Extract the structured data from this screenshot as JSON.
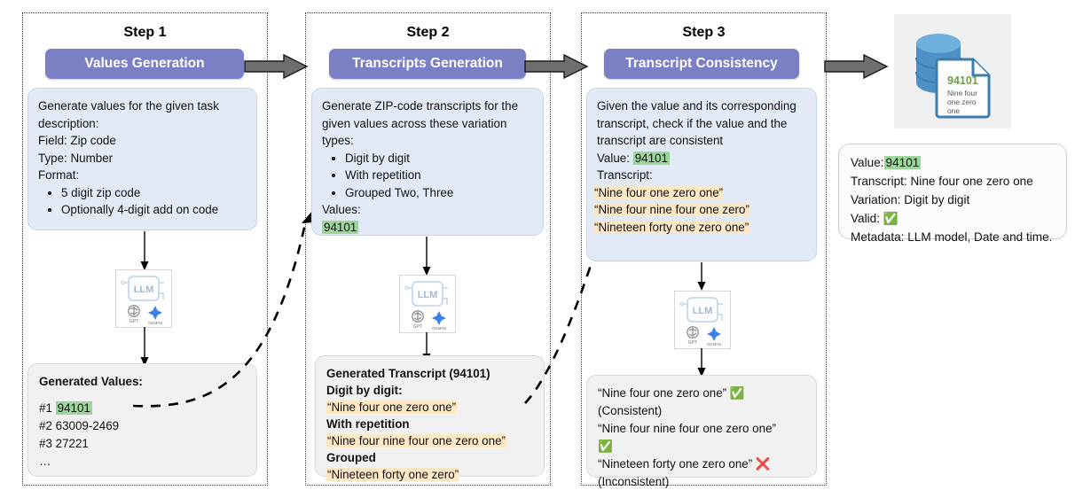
{
  "steps": [
    {
      "title": "Step 1",
      "pill": "Values Generation",
      "prompt": {
        "lines": [
          "Generate values for the given task description:",
          "Field: Zip code",
          "Type: Number",
          "Format:"
        ],
        "bullets": [
          "5 digit zip code",
          "Optionally 4-digit add on code"
        ]
      },
      "output": {
        "heading": "Generated Values:",
        "rows": [
          {
            "prefix": "#1",
            "value": "94101",
            "highlight": "green"
          },
          {
            "prefix": "#2",
            "value": "63009-2469",
            "highlight": "none"
          },
          {
            "prefix": "#3",
            "value": "27221",
            "highlight": "none"
          },
          {
            "prefix": "…",
            "value": "",
            "highlight": "none"
          }
        ]
      }
    },
    {
      "title": "Step 2",
      "pill": "Transcripts Generation",
      "prompt": {
        "lines": [
          "Generate ZIP-code transcripts for the given values across these variation types:"
        ],
        "bullets": [
          "Digit by digit",
          "With repetition",
          "Grouped Two, Three"
        ],
        "values_label": "Values:",
        "value": "94101"
      },
      "output": {
        "heading": "Generated Transcript (94101)",
        "groups": [
          {
            "label": "Digit by digit:",
            "text": "“Nine four one zero one”"
          },
          {
            "label": "With repetition",
            "text": "“Nine four nine four one zero one”"
          },
          {
            "label": "Grouped",
            "text": "“Nineteen forty one zero”"
          }
        ]
      }
    },
    {
      "title": "Step 3",
      "pill": "Transcript Consistency",
      "prompt": {
        "lines": [
          "Given the value and its corresponding transcript, check if the value and the transcript are consistent"
        ],
        "value_label": "Value:",
        "value": "94101",
        "transcript_label": "Transcript:",
        "transcripts": [
          "“Nine four one zero one”",
          "“Nine four nine four one zero”",
          "“Nineteen forty one zero one”"
        ]
      },
      "output": {
        "results": [
          {
            "text": "“Nine four one zero one”",
            "mark": "✅",
            "note": "(Consistent)"
          },
          {
            "text": "“Nine four nine four one zero one”",
            "mark": "✅",
            "note": ""
          },
          {
            "text": "“Nineteen forty one zero one”",
            "mark": "❌",
            "note": "(Inconsistent)"
          }
        ]
      }
    }
  ],
  "database": {
    "doc_value": "94101",
    "doc_text": "Nine four one zero one"
  },
  "metadata": {
    "value_label": "Value:",
    "value": "94101",
    "transcript_line": "Transcript: Nine four one zero one",
    "variation_line": "Variation: Digit by digit",
    "valid_label": "Valid:",
    "valid_mark": "✅",
    "metadata_line": "Metadata: LLM model, Date and time."
  },
  "llm_icon": {
    "label": "LLM",
    "gpt_label": "GPT",
    "gemini_label": "GEMINI"
  },
  "colors": {
    "pill": "#7B80C4",
    "prompt_fill": "#E3EAF7",
    "output_fill": "#F1F1F1",
    "highlight_green": "#9BD69B",
    "highlight_yellow": "#FDE8C6",
    "arrow_gray": "#6E6E6E",
    "db_blue": "#3E7CAE"
  }
}
